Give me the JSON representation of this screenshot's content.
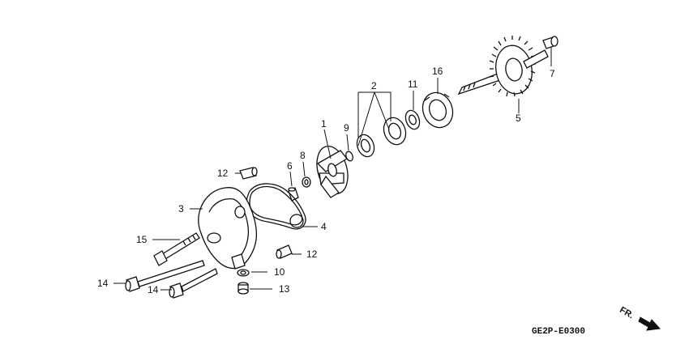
{
  "diagram": {
    "code": "GE2P-E0300",
    "direction_label": "FR.",
    "callouts": {
      "c1": "1",
      "c2": "2",
      "c3": "3",
      "c4": "4",
      "c5": "5",
      "c6": "6",
      "c7": "7",
      "c8": "8",
      "c9": "9",
      "c10": "10",
      "c11": "11",
      "c12a": "12",
      "c12b": "12",
      "c13": "13",
      "c14a": "14",
      "c14b": "14",
      "c15": "15",
      "c16": "16"
    },
    "icons": {
      "direction": "fr-arrow-icon"
    }
  }
}
